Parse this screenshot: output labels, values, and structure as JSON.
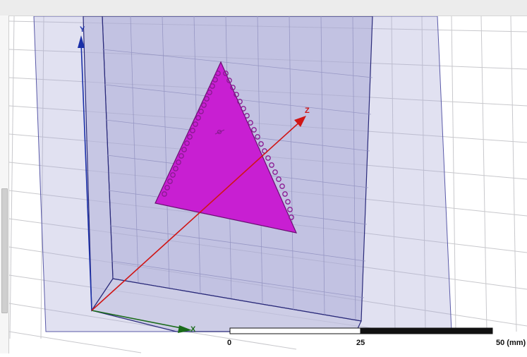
{
  "viewport": {
    "axes": {
      "x_label": "X",
      "y_label": "Y",
      "z_label": "Z",
      "x_color": "#1a6b1a",
      "y_color": "#1a2fa8",
      "z_color": "#d01515"
    },
    "ruler": {
      "tick_0": "0",
      "tick_25": "25",
      "tick_50": "50 (mm)"
    },
    "colors": {
      "background": "#ffffff",
      "grid": "#c8c8cc",
      "substrate": "#a9a9d6",
      "patch": "#c81fd2",
      "via": "#8a1a92"
    }
  }
}
